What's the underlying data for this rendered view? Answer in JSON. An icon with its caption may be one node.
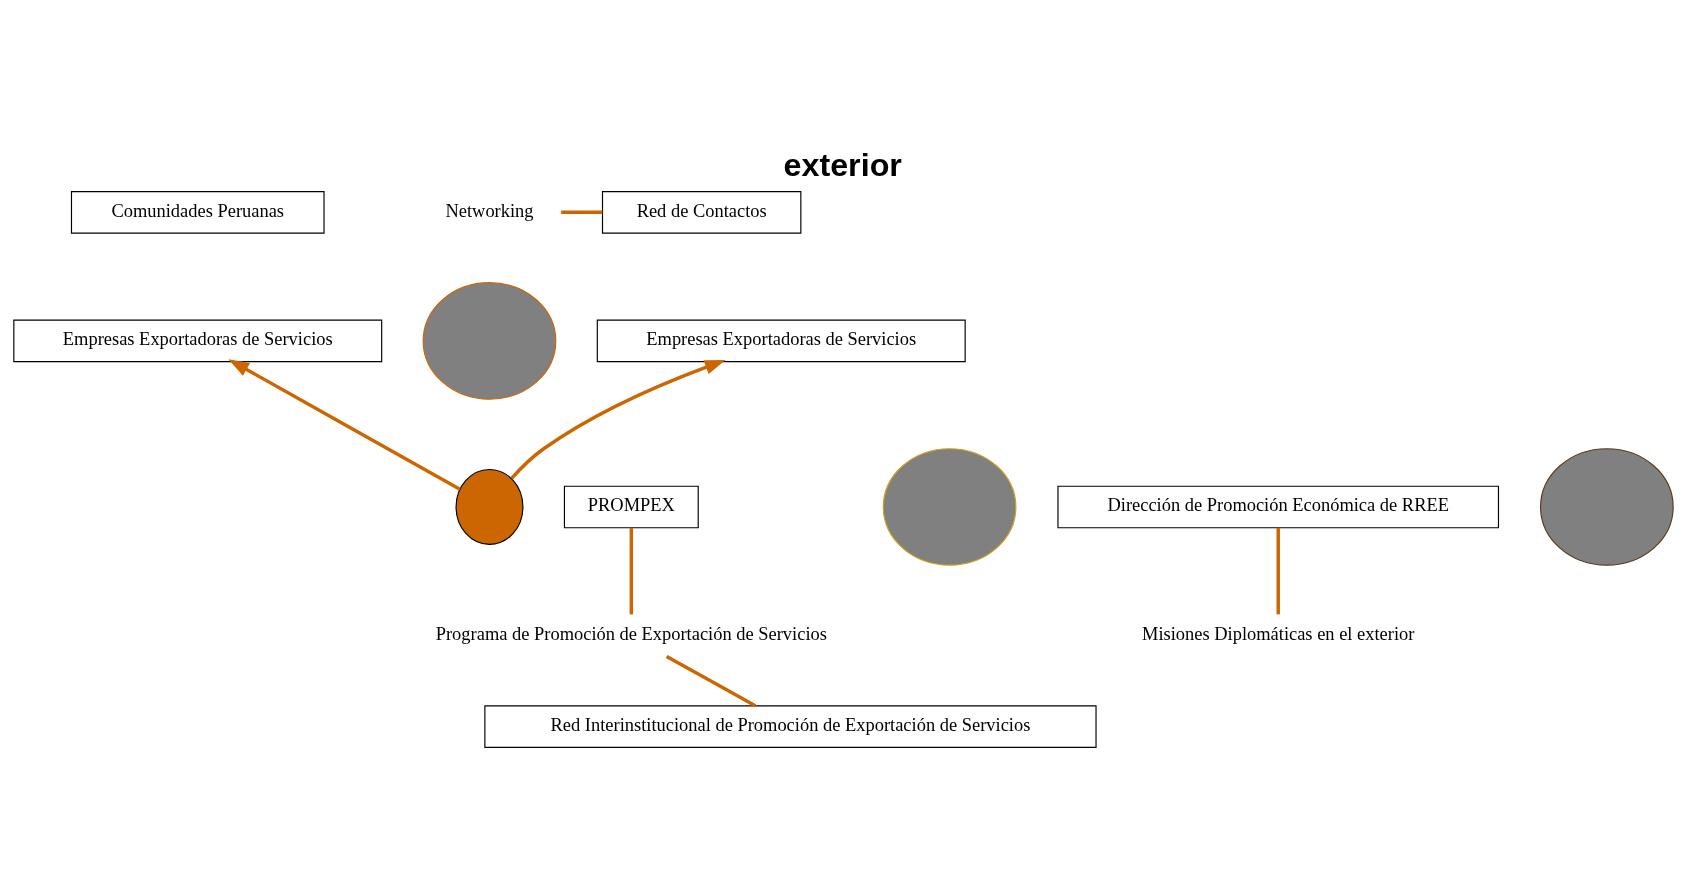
{
  "diagram": {
    "title": "exterior",
    "nodes": [
      {
        "text": [
          "Comunidades Peruanas"
        ]
      },
      {
        "text": [
          "Networking"
        ]
      },
      {
        "text": [
          "Red de Contactos"
        ]
      },
      {
        "text": [
          "Empresas Exportadoras de Servicios"
        ]
      },
      {
        "text": [
          "Empresas Exportadoras de Servicios"
        ]
      },
      {
        "text": [
          "PROMPEX"
        ]
      },
      {
        "text": [
          "Programa de Promoción de Exportación de Servicios"
        ]
      },
      {
        "text": [
          "Dirección de Promoción Económica de RREE"
        ]
      },
      {
        "text": [
          "Misiones Diplomáticas en el exterior"
        ]
      },
      {
        "text": [
          "Red Interinstitucional de Promoción de Exportación de Servicios"
        ]
      },
      {
        "text": [],
        "shape": "circle"
      },
      {
        "text": [],
        "shape": "circle"
      },
      {
        "text": [],
        "shape": "circle"
      },
      {
        "text": [],
        "shape": "circle"
      }
    ],
    "edges": [
      {
        "from": 1,
        "to": 2,
        "arrow": "none"
      },
      {
        "from": 13,
        "to": 3,
        "arrow": "to"
      },
      {
        "from": 13,
        "to": 4,
        "arrow": "to"
      },
      {
        "from": 5,
        "to": 6,
        "arrow": "none"
      },
      {
        "from": 6,
        "to": 9,
        "arrow": "none"
      },
      {
        "from": 7,
        "to": 8,
        "arrow": "none"
      }
    ]
  }
}
